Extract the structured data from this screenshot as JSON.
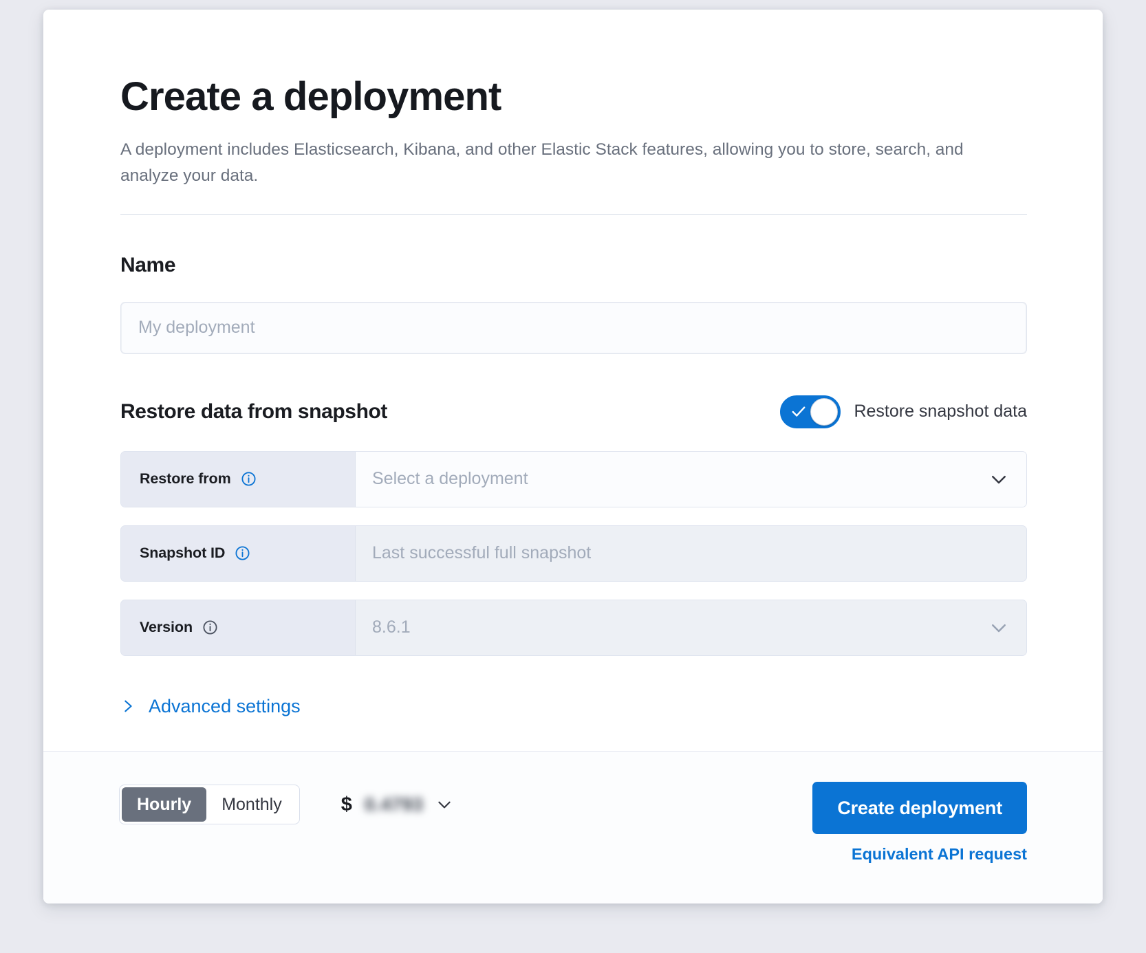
{
  "page": {
    "title": "Create a deployment",
    "description": "A deployment includes Elasticsearch, Kibana, and other Elastic Stack features, allowing you to store, search, and analyze your data."
  },
  "name_section": {
    "heading": "Name",
    "input_value": "",
    "input_placeholder": "My deployment"
  },
  "restore_section": {
    "heading": "Restore data from snapshot",
    "toggle": {
      "label": "Restore snapshot data",
      "state": "on",
      "color": "#0b74d4"
    },
    "rows": [
      {
        "label": "Restore from",
        "value": "Select a deployment",
        "is_placeholder": true,
        "disabled": false,
        "has_chevron": true,
        "info_icon": "info-circle-icon"
      },
      {
        "label": "Snapshot ID",
        "value": "Last successful full snapshot",
        "is_placeholder": true,
        "disabled": true,
        "has_chevron": false,
        "info_icon": "info-circle-icon"
      },
      {
        "label": "Version",
        "value": "8.6.1",
        "is_placeholder": true,
        "disabled": true,
        "has_chevron": true,
        "info_icon": "info-circle-icon"
      }
    ]
  },
  "advanced": {
    "label": "Advanced settings",
    "expanded": false,
    "icon": "chevron-right-icon"
  },
  "footer": {
    "billing_options": [
      "Hourly",
      "Monthly"
    ],
    "billing_selected": "Hourly",
    "price": {
      "currency_symbol": "$",
      "amount": "0.4793",
      "redacted": true,
      "expand_icon": "chevron-down-icon"
    },
    "create_button": "Create deployment",
    "api_link": "Equivalent API request"
  },
  "colors": {
    "accent": "#0b74d4",
    "text_primary": "#1a1c21",
    "text_secondary": "#69707d",
    "prepend_bg": "#e7eaf3",
    "disabled_bg": "#edf0f5"
  }
}
